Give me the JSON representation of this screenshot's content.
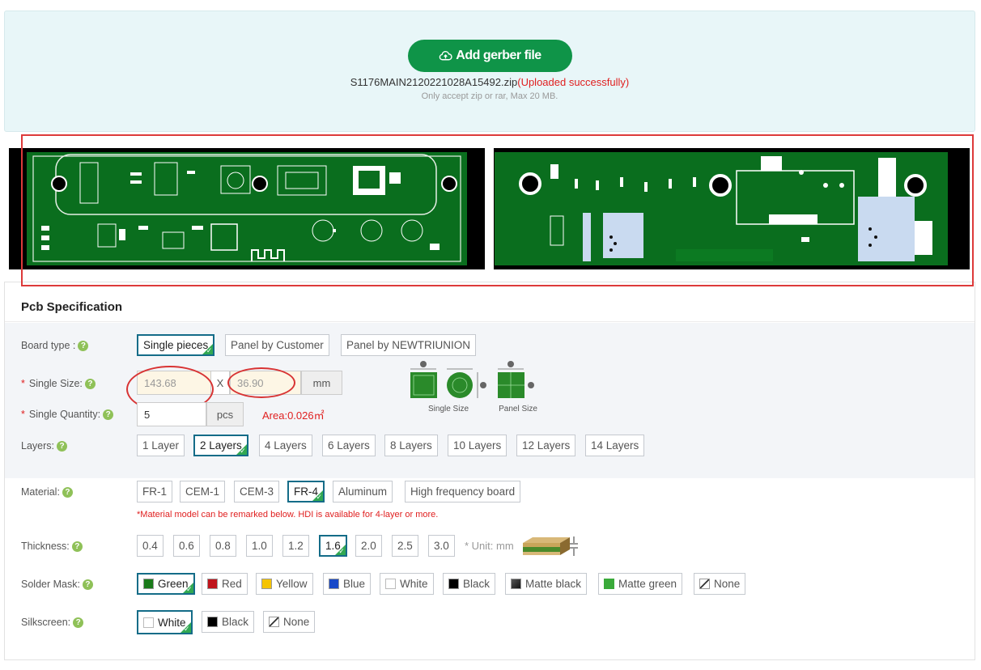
{
  "upload": {
    "button_label": "Add gerber file",
    "button_icon": "cloud-upload-icon",
    "file_name": "S1176MAIN2120221028A15492.zip",
    "upload_status": "(Uploaded successfully)",
    "note": "Only accept zip or rar, Max 20 MB."
  },
  "spec": {
    "title": "Pcb Specification",
    "board_type": {
      "label": "Board type :",
      "options": [
        "Single pieces",
        "Panel by Customer",
        "Panel by NEWTRIUNION"
      ],
      "selected": "Single pieces"
    },
    "single_size": {
      "label": "Single Size:",
      "width": "143.68",
      "height": "36.90",
      "separator": "X",
      "unit": "mm",
      "fig_single": "Single Size",
      "fig_panel": "Panel Size"
    },
    "quantity": {
      "label": "Single Quantity:",
      "value": "5",
      "unit": "pcs",
      "area": "Area:0.026㎡"
    },
    "layers": {
      "label": "Layers:",
      "options": [
        "1 Layer",
        "2 Layers",
        "4 Layers",
        "6 Layers",
        "8 Layers",
        "10 Layers",
        "12 Layers",
        "14 Layers"
      ],
      "selected": "2 Layers"
    },
    "material": {
      "label": "Material:",
      "options": [
        "FR-1",
        "CEM-1",
        "CEM-3",
        "FR-4",
        "Aluminum",
        "High frequency board"
      ],
      "selected": "FR-4",
      "note": "*Material model can be remarked below. HDI is available for 4-layer or more."
    },
    "thickness": {
      "label": "Thickness:",
      "options": [
        "0.4",
        "0.6",
        "0.8",
        "1.0",
        "1.2",
        "1.6",
        "2.0",
        "2.5",
        "3.0"
      ],
      "selected": "1.6",
      "unit_note": "* Unit: mm"
    },
    "solder_mask": {
      "label": "Solder Mask:",
      "options": [
        {
          "name": "Green",
          "color": "#1a7a1a"
        },
        {
          "name": "Red",
          "color": "#c0141c"
        },
        {
          "name": "Yellow",
          "color": "#f5c400"
        },
        {
          "name": "Blue",
          "color": "#1848c8"
        },
        {
          "name": "White",
          "color": "#ffffff"
        },
        {
          "name": "Black",
          "color": "#000000"
        },
        {
          "name": "Matte black",
          "color": "#222222"
        },
        {
          "name": "Matte green",
          "color": "#3aaa3a"
        },
        {
          "name": "None",
          "color": "none"
        }
      ],
      "selected": "Green"
    },
    "silkscreen": {
      "label": "Silkscreen:",
      "options": [
        {
          "name": "White",
          "color": "#ffffff"
        },
        {
          "name": "Black",
          "color": "#000000"
        },
        {
          "name": "None",
          "color": "none"
        }
      ],
      "selected": "White"
    }
  },
  "help_glyph": "?",
  "check_glyph": "✓",
  "colors": {
    "brand_green": "#0f9448",
    "selected_border": "#146c88",
    "error_red": "#e02020",
    "help_green": "#8fc158"
  }
}
